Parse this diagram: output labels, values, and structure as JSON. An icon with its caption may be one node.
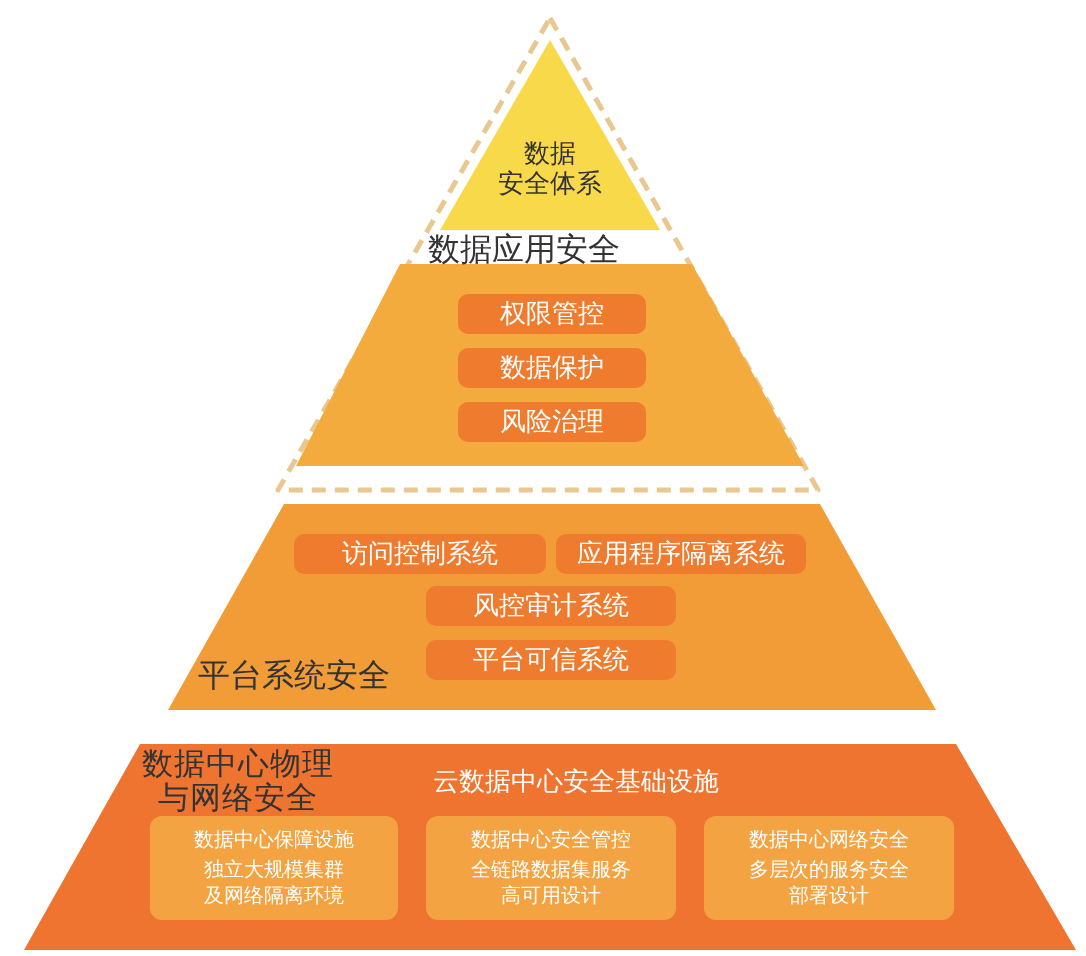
{
  "diagram": {
    "nodes": [
      {
        "text": [],
        "shape": "triangle"
      },
      {
        "text": [
          "数据安全体系"
        ],
        "in": 0
      },
      {
        "text": [
          "数据应用安全"
        ],
        "in": 0
      },
      {
        "text": [
          "权限管控"
        ],
        "in": 2
      },
      {
        "text": [
          "数据保护"
        ],
        "in": 2
      },
      {
        "text": [
          "风险治理"
        ],
        "in": 2
      },
      {
        "text": [
          "平台系统安全"
        ]
      },
      {
        "text": [
          "访问控制系统"
        ],
        "in": 6
      },
      {
        "text": [
          "应用程序隔离系统"
        ],
        "in": 6
      },
      {
        "text": [
          "风控审计系统"
        ],
        "in": 6
      },
      {
        "text": [
          "平台可信系统"
        ],
        "in": 6
      },
      {
        "text": [
          "数据中心物理与网络安全",
          "云数据中心安全基础设施"
        ]
      },
      {
        "text": [
          "数据中心保障设施",
          "独立大规模集群及网络隔离环境"
        ],
        "in": 11
      },
      {
        "text": [
          "数据中心安全管控",
          "全链路数据集服务高可用设计"
        ],
        "in": 11
      },
      {
        "text": [
          "数据中心网络安全",
          "多层次的服务安全部署设计"
        ],
        "in": 11
      }
    ]
  }
}
